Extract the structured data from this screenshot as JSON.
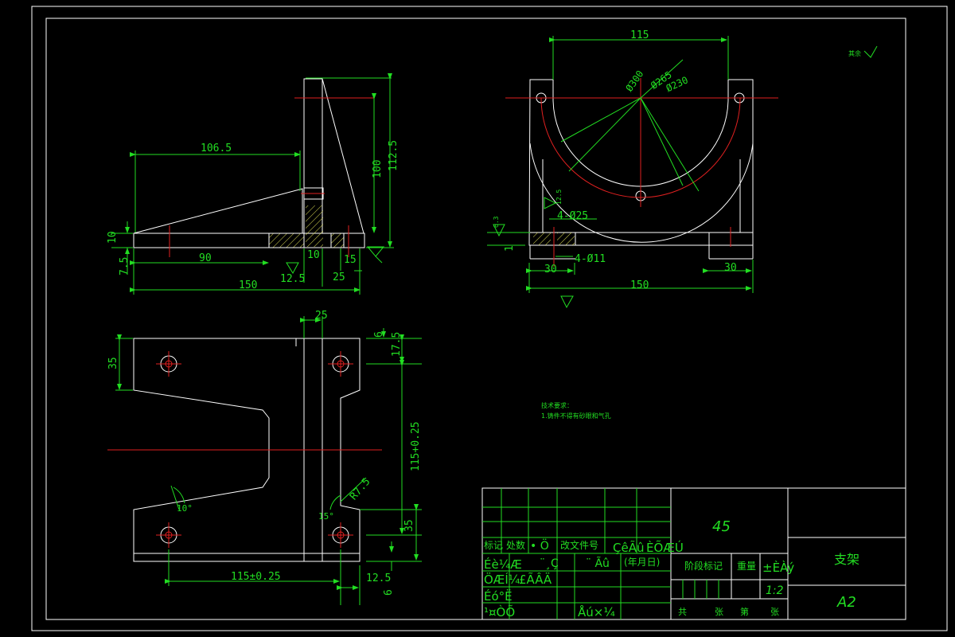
{
  "colors": {
    "outline": "#ffffff",
    "dimension": "#22dd22",
    "centerline": "#e02020",
    "hatch": "#e8e85a",
    "background": "#000000"
  },
  "dimensions": {
    "side": {
      "d106_5": "106.5",
      "d90": "90",
      "d150": "150",
      "d10a": "10",
      "d7_5": "7.5",
      "d10b": "10",
      "d12_5": "12.5",
      "d15": "15",
      "d25": "25",
      "d100": "100",
      "d112_5": "112.5"
    },
    "front": {
      "d115": "115",
      "d300": "Ø300",
      "d265": "Ø265",
      "d230": "Ø230",
      "holes_top": "4-Ø25",
      "holes_bottom": "4-Ø11",
      "d30a": "30",
      "d30b": "30",
      "d150": "150",
      "d6_3": "6.3",
      "d1": "1",
      "d12_5": "12.5"
    },
    "top": {
      "d25": "25",
      "d6a": "6",
      "d17_5": "17.5",
      "d35a": "35",
      "d115tol": "115+0.25",
      "d35b": "35",
      "d115pm": "115±0.25",
      "d12_5": "12.5",
      "d6b": "6",
      "r7_5": "R7.5",
      "a10": "10°",
      "a15": "15°"
    }
  },
  "notes": {
    "roughness_label": "其余",
    "tech_req_title": "技术要求：",
    "tech_req_1": "1.铸件不得有砂眼和气孔"
  },
  "title_block": {
    "material": "45",
    "part_name": "支架",
    "drawing_no": "A2",
    "r_biaoji": "标记",
    "r_chushu": "处数",
    "r_o": "• Ö",
    "r_gaiwen": "改文件号",
    "r_sign": "ÇêÃû",
    "r_date": "ÈÕÆÚ",
    "r_sheji": "Éè¼Æ",
    "r_g": "¨¸Ç",
    "r_std": "¨ Ãû",
    "r_ymd": "(年月日)",
    "r_jiaodui": "ÖÆÍ¼",
    "r_check": "£ÃÂÄ",
    "r_shenhe": "Éó°Ë",
    "r_gongyi": "¹¤ÒÕ",
    "r_pizhun": "Åú×¼",
    "stage": "阶段标记",
    "weight": "重量",
    "scale_label": "±ÈÀý",
    "scale": "1:2",
    "gong": "共",
    "zhang1": "张",
    "di": "第",
    "zhang2": "张"
  }
}
